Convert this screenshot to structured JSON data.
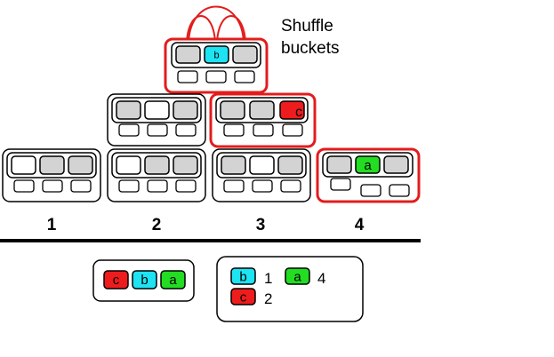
{
  "annotation": {
    "line1": "Shuffle",
    "line2": "buckets"
  },
  "bins": [
    {
      "label": "1"
    },
    {
      "label": "2"
    },
    {
      "label": "3"
    },
    {
      "label": "4"
    }
  ],
  "items": {
    "b": {
      "letter": "b",
      "color": "#1ee3f2"
    },
    "c": {
      "letter": "c",
      "color": "#ee1c1c"
    },
    "a": {
      "letter": "a",
      "color": "#22dd22"
    }
  },
  "sorted_sequence": [
    "c",
    "b",
    "a"
  ],
  "legend": [
    {
      "item": "b",
      "value": "1"
    },
    {
      "item": "a",
      "value": "4"
    },
    {
      "item": "c",
      "value": "2"
    }
  ],
  "colors": {
    "highlight": "#e31c1c",
    "cell_fill": "#d3d3d3",
    "stroke": "#000000"
  }
}
